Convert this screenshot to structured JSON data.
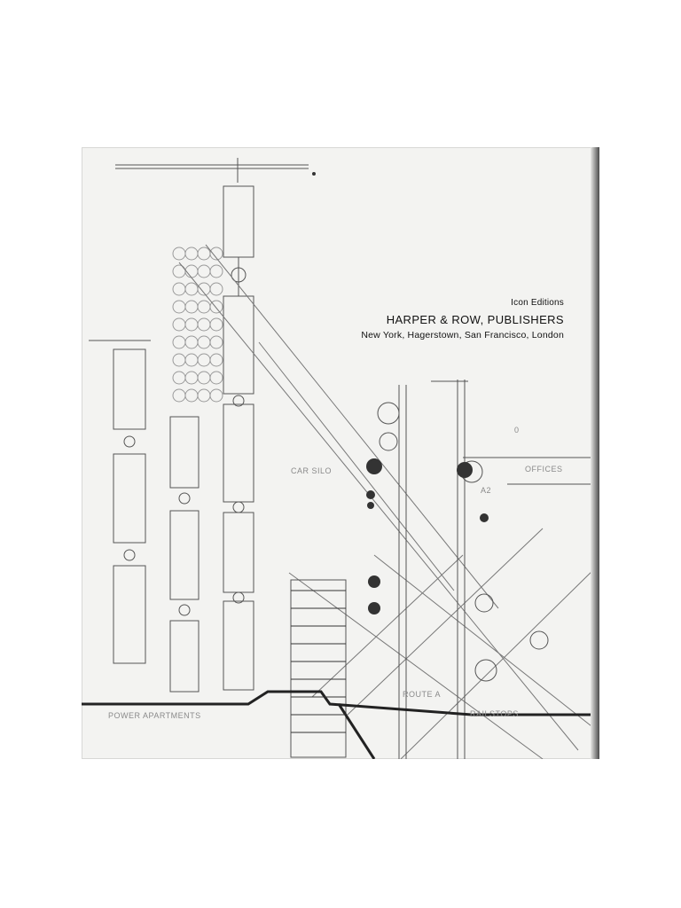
{
  "imprint": {
    "series": "Icon Editions",
    "publisher": "HARPER & ROW, PUBLISHERS",
    "cities": "New York, Hagerstown, San Francisco, London"
  },
  "drawing_labels": {
    "offices": "OFFICES",
    "route": "ROUTE A",
    "railstops": "RAILSTOPS",
    "apartments": "POWER  APARTMENTS",
    "car_silo": "CAR SILO",
    "a2": "A2",
    "zero": "0"
  },
  "colors": {
    "ink": "#1a1a1a",
    "paper": "#f3f3f1"
  }
}
